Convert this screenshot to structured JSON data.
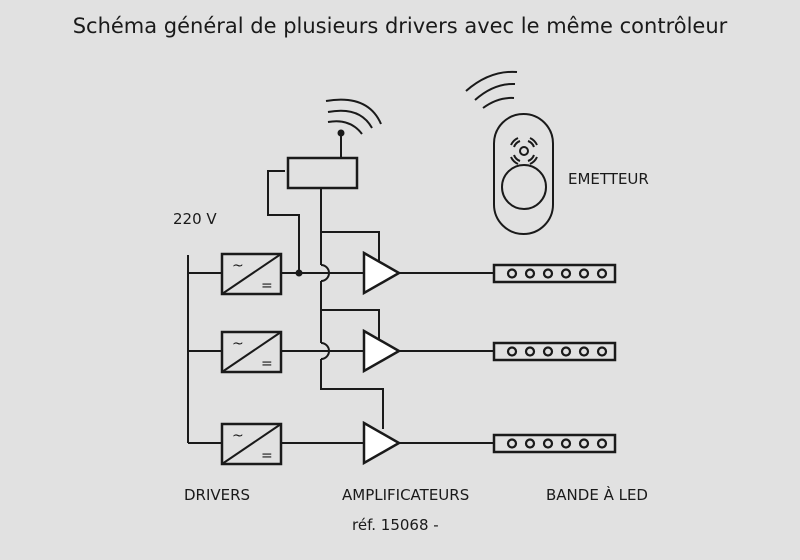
{
  "title": "Schéma général de plusieurs drivers avec le même contrôleur",
  "labels": {
    "voltage": "220 V",
    "emitter": "EMETTEUR",
    "drivers": "DRIVERS",
    "amplifiers": "AMPLIFICATEURS",
    "led_strip": "BANDE À LED",
    "reference": "réf. 15068 -"
  },
  "driver_symbols": {
    "ac": "~",
    "dc": "="
  },
  "rows": 3,
  "leds_per_strip": 6
}
